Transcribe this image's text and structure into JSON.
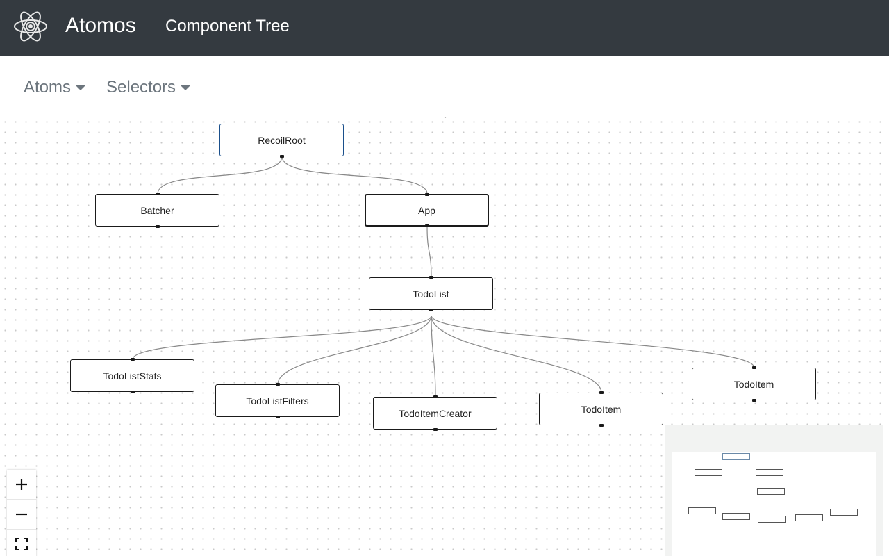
{
  "header": {
    "app_name": "Atomos",
    "nav_title": "Component Tree",
    "logo_icon": "atom-icon"
  },
  "toolbar": {
    "atoms_label": "Atoms",
    "selectors_label": "Selectors"
  },
  "tree": {
    "nodes": [
      {
        "id": "recoilroot",
        "label": "RecoilRoot",
        "selected": true
      },
      {
        "id": "batcher",
        "label": "Batcher"
      },
      {
        "id": "app",
        "label": "App"
      },
      {
        "id": "todolist",
        "label": "TodoList"
      },
      {
        "id": "todoliststats",
        "label": "TodoListStats"
      },
      {
        "id": "todolistfilters",
        "label": "TodoListFilters"
      },
      {
        "id": "todoitemcreator",
        "label": "TodoItemCreator"
      },
      {
        "id": "todoitem1",
        "label": "TodoItem"
      },
      {
        "id": "todoitem2",
        "label": "TodoItem"
      }
    ],
    "edges": [
      [
        "recoilroot",
        "batcher"
      ],
      [
        "recoilroot",
        "app"
      ],
      [
        "app",
        "todolist"
      ],
      [
        "todolist",
        "todoliststats"
      ],
      [
        "todolist",
        "todolistfilters"
      ],
      [
        "todolist",
        "todoitemcreator"
      ],
      [
        "todolist",
        "todoitem1"
      ],
      [
        "todolist",
        "todoitem2"
      ]
    ]
  },
  "controls": {
    "zoom_in_icon": "plus-icon",
    "zoom_out_icon": "minus-icon",
    "fit_view_icon": "fit-view-icon"
  },
  "colors": {
    "header_bg": "#343a40",
    "selected_node_border": "#1a4f8b",
    "edge": "#888888"
  }
}
